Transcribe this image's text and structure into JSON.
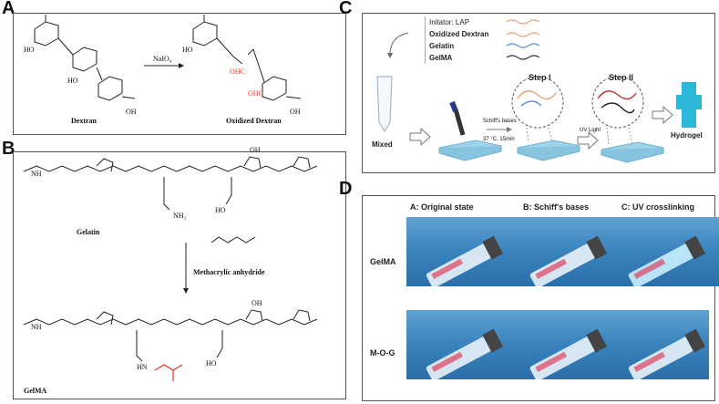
{
  "panels": {
    "a": {
      "letter": "A",
      "reagent": "NaIO₄",
      "left_label": "Dextran",
      "right_label": "Oxidized Dextran",
      "aldehyde_label": "OHC",
      "aldehyde_label_2": "OHC",
      "oh": "HO",
      "oh2": "OH"
    },
    "b": {
      "letter": "B",
      "top_label": "Gelatin",
      "arrow_label": "Methacrylic anhydride",
      "bottom_label": "GelMA",
      "nh": "NH",
      "hn": "HN",
      "nh2": "NH₂",
      "oh": "OH",
      "ho": "HO"
    },
    "c": {
      "letter": "C",
      "legend": [
        "Initator: LAP",
        "Oxidized Dextran",
        "Gelatin",
        "GelMA"
      ],
      "mixed": "Mixed",
      "schiff": "Schiff's bases",
      "cond": "37 °C, 15min",
      "step1": "Step I",
      "uv": "UV Light",
      "step2": "Step II",
      "hydrogel": "Hydrogel"
    },
    "d": {
      "letter": "D",
      "columns": [
        "A: Original state",
        "B: Schiff's bases",
        "C: UV crosslinking"
      ],
      "rows": [
        "GelMA",
        "M-O-G"
      ]
    }
  },
  "colors": {
    "accent_red": "#e03a2a",
    "cyan": "#2bb8d8",
    "rack": "#9fd3ea"
  }
}
